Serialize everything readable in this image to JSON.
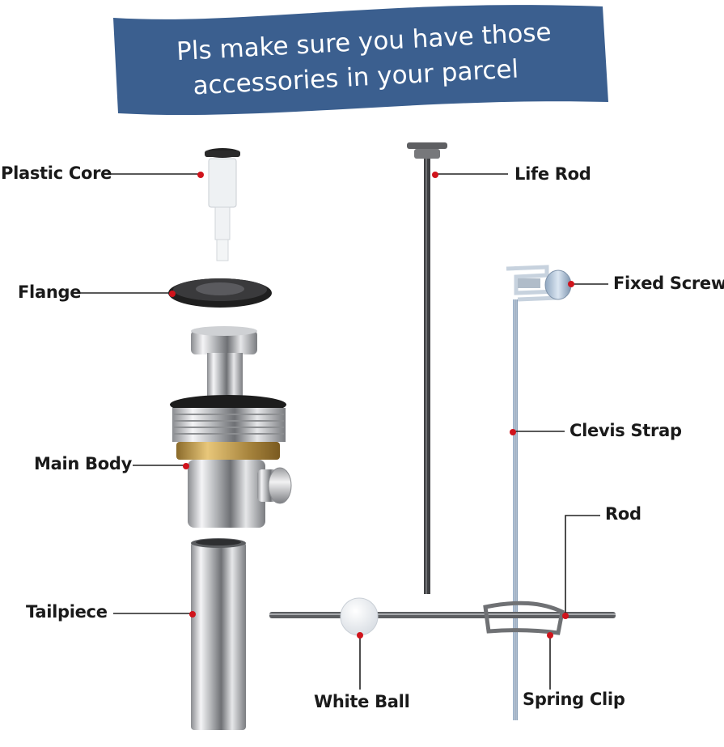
{
  "banner": {
    "line1": "Pls make sure you have those",
    "line2": "accessories in your parcel"
  },
  "labels": {
    "plastic_core": "Plastic Core",
    "flange": "Flange",
    "main_body": "Main Body",
    "tailpiece": "Tailpiece",
    "life_rod": "Life Rod",
    "fixed_screw": "Fixed Screw",
    "clevis_strap": "Clevis Strap",
    "rod": "Rod",
    "white_ball": "White Ball",
    "spring_clip": "Spring Clip"
  },
  "colors": {
    "banner": "#3b5f8f",
    "marker": "#d0141c",
    "leader": "#222222"
  }
}
